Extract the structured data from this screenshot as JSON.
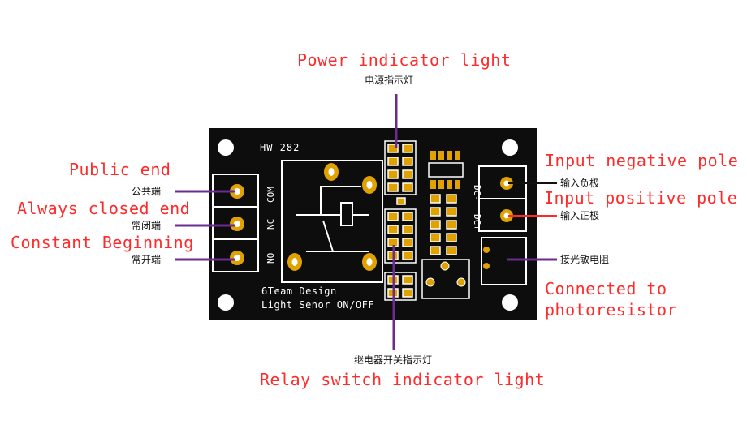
{
  "board": {
    "model": "HW-282",
    "footer_line1": "6Team Design",
    "footer_line2": "Light Senor ON/OFF",
    "silk_com": "COM",
    "silk_nc": "NC",
    "silk_no": "NO",
    "silk_dc_minus": "DC-",
    "silk_dc_plus": "DC+"
  },
  "labels": {
    "power_en": "Power indicator light",
    "power_cn": "电源指示灯",
    "public_en": "Public end",
    "public_cn": "公共端",
    "closed_en": "Always closed end",
    "closed_cn": "常闭端",
    "open_en": "Constant Beginning",
    "open_cn": "常开端",
    "neg_en": "Input negative pole",
    "neg_cn": "输入负极",
    "pos_en": "Input positive pole",
    "pos_cn": "输入正极",
    "photo_cn": "接光敏电阻",
    "photo_en1": "Connected to",
    "photo_en2": "photoresistor",
    "relay_cn": "继电器开关指示灯",
    "relay_en": "Relay switch indicator light"
  },
  "colors": {
    "label_text": "#ff2a2a",
    "pointer_purple": "#6a2c91",
    "pointer_red": "#ff2a2a",
    "pointer_black": "#111111",
    "board": "#0d0d0d",
    "pad_gold": "#e0a200"
  }
}
